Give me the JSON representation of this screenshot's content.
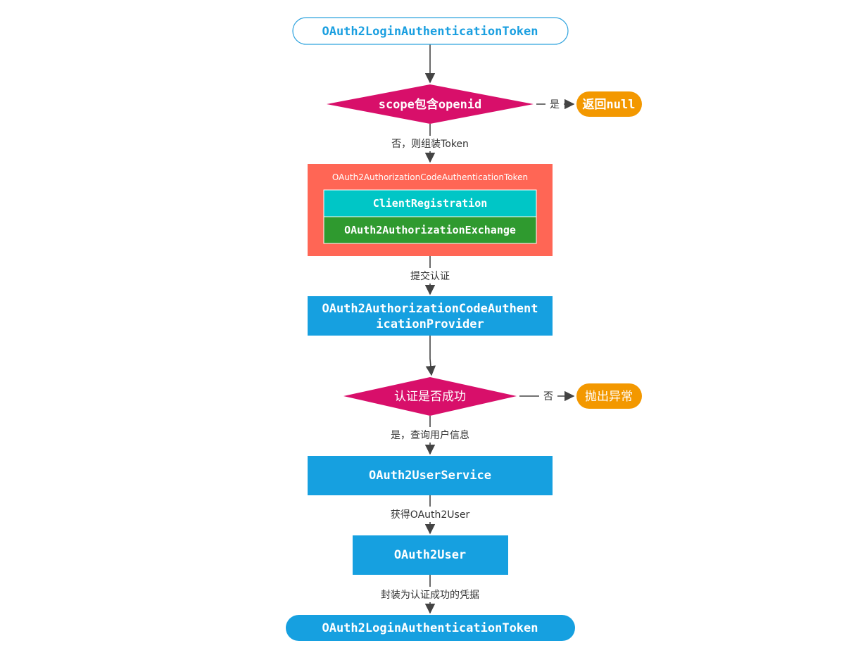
{
  "colors": {
    "start_border": "#2fa3de",
    "start_text": "#1a9fe0",
    "diamond": "#d80f6a",
    "orange": "#f39800",
    "coral": "#ff6655",
    "teal": "#00c6c6",
    "green": "#2f9a2f",
    "blue": "#16a0e0",
    "line": "#444444"
  },
  "nodes": {
    "start": {
      "text": "OAuth2LoginAuthenticationToken"
    },
    "scope_check": {
      "text": "scope包含openid"
    },
    "return_null": {
      "text": "返回null"
    },
    "auth_code_token": {
      "title": "OAuth2AuthorizationCodeAuthenticationToken",
      "client_registration": "ClientRegistration",
      "exchange": "OAuth2AuthorizationExchange"
    },
    "provider": {
      "line1": "OAuth2AuthorizationCodeAuthent",
      "line2": "icationProvider"
    },
    "auth_check": {
      "text": "认证是否成功"
    },
    "throw_exception": {
      "text": "抛出异常"
    },
    "user_service": {
      "text": "OAuth2UserService"
    },
    "oauth2_user": {
      "text": "OAuth2User"
    },
    "end": {
      "text": "OAuth2LoginAuthenticationToken"
    }
  },
  "edges": {
    "scope_yes": "是",
    "scope_no": "否，则组装Token",
    "submit": "提交认证",
    "auth_no": "否",
    "auth_yes": "是，查询用户信息",
    "get_user": "获得OAuth2User",
    "wrap": "封装为认证成功的凭据"
  }
}
